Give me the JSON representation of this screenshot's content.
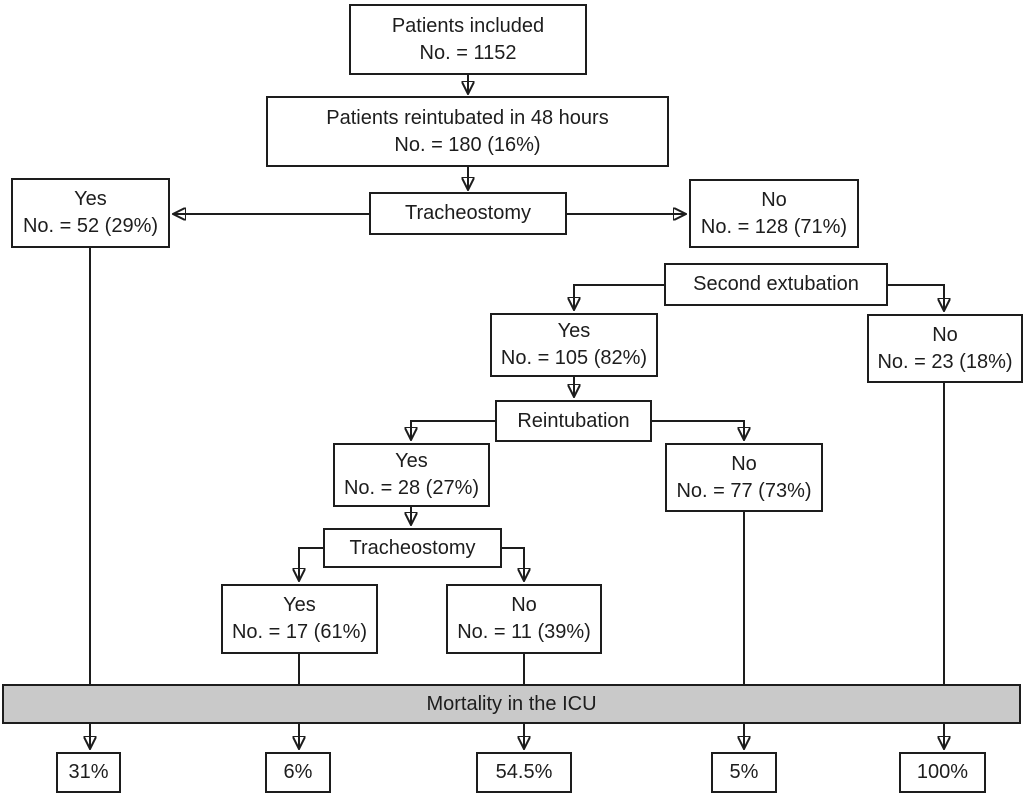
{
  "figure": "Patient flow diagram",
  "nodes": {
    "patients_included": {
      "title": "Patients included",
      "value": "No. = 1152"
    },
    "reintubated_48h": {
      "title": "Patients reintubated in 48 hours",
      "value": "No. = 180 (16%)"
    },
    "tracheostomy_1": {
      "title": "Tracheostomy"
    },
    "tracheostomy_1_yes": {
      "title": "Yes",
      "value": "No. = 52 (29%)"
    },
    "tracheostomy_1_no": {
      "title": "No",
      "value": "No. = 128 (71%)"
    },
    "second_extubation": {
      "title": "Second extubation"
    },
    "second_extubation_yes": {
      "title": "Yes",
      "value": "No. = 105 (82%)"
    },
    "second_extubation_no": {
      "title": "No",
      "value": "No. = 23 (18%)"
    },
    "reintubation": {
      "title": "Reintubation"
    },
    "reintubation_yes": {
      "title": "Yes",
      "value": "No. = 28 (27%)"
    },
    "reintubation_no": {
      "title": "No",
      "value": "No. = 77 (73%)"
    },
    "tracheostomy_2": {
      "title": "Tracheostomy"
    },
    "tracheostomy_2_yes": {
      "title": "Yes",
      "value": "No. = 17 (61%)"
    },
    "tracheostomy_2_no": {
      "title": "No",
      "value": "No. = 11 (39%)"
    }
  },
  "mortality": {
    "bar_label": "Mortality in the ICU",
    "outcomes": [
      "31%",
      "6%",
      "54.5%",
      "5%",
      "100%"
    ]
  },
  "colors": {
    "background": "#ffffff",
    "box_fill": "#ffffff",
    "box_border": "#1d1d1d",
    "line": "#1d1d1d",
    "text": "#1d1d1d",
    "bar_fill": "#c9c9c9"
  }
}
